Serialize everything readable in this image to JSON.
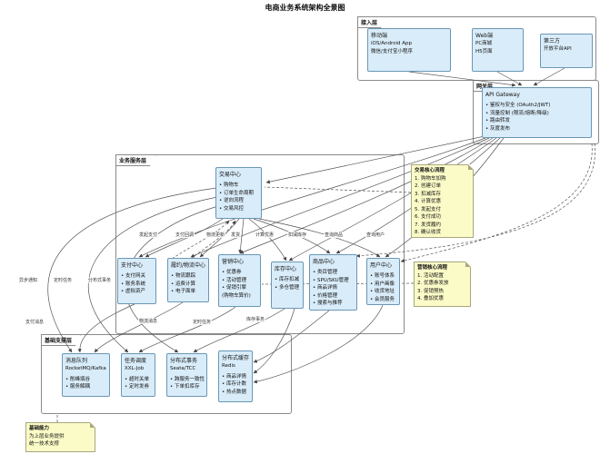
{
  "title": "电商业务系统架构全景图",
  "colors": {
    "node_fill": "#d9ecf9",
    "node_border": "#6a97b5",
    "note_fill": "#fbfbc8",
    "note_border": "#a8a87e",
    "frame_border": "#8a8a8a",
    "connector": "#555555"
  },
  "layers": {
    "access": {
      "label": "接入层",
      "nodes": [
        {
          "title": "移动端",
          "lines": [
            "iOS/Android App",
            "微信/支付宝小程序"
          ]
        },
        {
          "title": "Web端",
          "lines": [
            "PC商城",
            "H5页面"
          ]
        },
        {
          "title": "第三方",
          "lines": [
            "开放平台API"
          ]
        }
      ]
    },
    "gateway": {
      "label": "网关层",
      "node": {
        "title": "API Gateway",
        "items": [
          "鉴权与安全 (OAuth2/JWT)",
          "流量控制 (限流/熔断/降级)",
          "路由转发",
          "灰度发布"
        ]
      }
    },
    "business": {
      "label": "业务服务层",
      "trade": {
        "title": "交易中心",
        "items": [
          "购物车",
          "订单生命周期",
          "逆向流程",
          "交易风控"
        ]
      },
      "centers": [
        {
          "title": "支付中心",
          "items": [
            "支付网关",
            "账务系统",
            "虚拟资产"
          ]
        },
        {
          "title": "履约/物流中心",
          "items": [
            "物流跟踪",
            "运费计算",
            "电子面单"
          ]
        },
        {
          "title": "营销中心",
          "items": [
            "优惠券",
            "活动管理",
            "促销引擎",
            "(购物车算价)"
          ]
        },
        {
          "title": "库存中心",
          "items": [
            "库存扣减",
            "多仓管理"
          ]
        },
        {
          "title": "商品中心",
          "items": [
            "类目管理",
            "SPU/SKU管理",
            "商品详情",
            "价格管理",
            "搜索与推荐"
          ]
        },
        {
          "title": "用户中心",
          "items": [
            "账号体系",
            "用户画像",
            "收货地址",
            "会员服务"
          ]
        }
      ]
    },
    "infra": {
      "label": "基础支撑层",
      "nodes": [
        {
          "title": "消息队列",
          "subtitle": "RocketMQ/Kafka",
          "items": [
            "削峰填谷",
            "服务解耦"
          ]
        },
        {
          "title": "任务调度",
          "subtitle": "XXL-Job",
          "items": [
            "超时关单",
            "定时发券"
          ]
        },
        {
          "title": "分布式事务",
          "subtitle": "Seata/TCC",
          "items": [
            "跨服务一致性",
            "下单扣库存"
          ]
        },
        {
          "title": "分布式缓存",
          "subtitle": "Redis",
          "items": [
            "商品详情",
            "库存计数",
            "热点数据"
          ]
        }
      ]
    }
  },
  "notes": [
    {
      "title": "交易核心流程",
      "lines": [
        "1. 购物车加购",
        "2. 创建订单",
        "3. 扣减库存",
        "4. 计算优惠",
        "5. 发起支付",
        "6. 支付成功",
        "7. 发货履约",
        "8. 确认收货"
      ]
    },
    {
      "title": "营销核心流程",
      "lines": [
        "1. 活动配置",
        "2. 优惠券发放",
        "3. 促销预热",
        "4. 叠加优惠"
      ]
    },
    {
      "title": "基础能力",
      "lines": [
        "为上层业务提供",
        "统一技术支撑"
      ]
    }
  ],
  "edge_labels": [
    "发起支付",
    "支付回调",
    "物流更新",
    "发货",
    "计算优惠",
    "扣减库存",
    "查询商品",
    "查询用户",
    "异步通知",
    "定时任务",
    "分布式事务",
    "支付消息",
    "物流消息",
    "定时任务",
    "库存事务"
  ]
}
